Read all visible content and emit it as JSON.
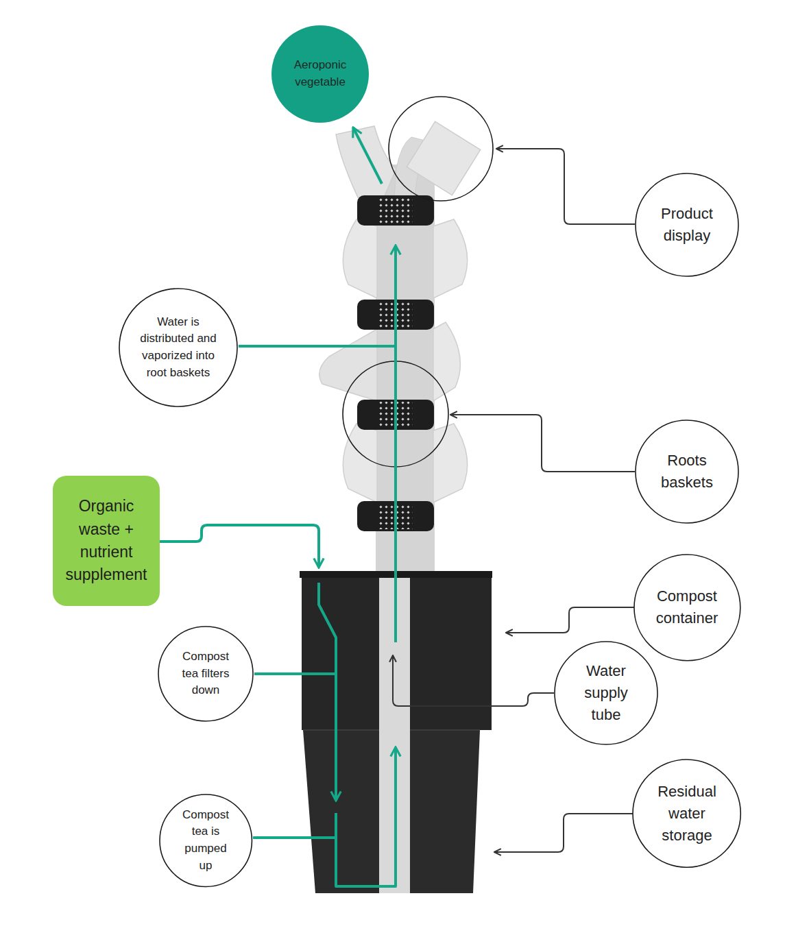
{
  "diagram": {
    "nodes": [
      {
        "text": [
          "Aeroponic vegetable"
        ]
      },
      {
        "text": [
          "Product display"
        ]
      },
      {
        "text": [
          "Water is distributed and vaporized into root baskets"
        ]
      },
      {
        "text": [
          "Roots baskets"
        ]
      },
      {
        "text": [
          "Organic waste + nutrient supplement"
        ]
      },
      {
        "text": [
          "Compost container"
        ]
      },
      {
        "text": [
          "Compost tea filters down"
        ]
      },
      {
        "text": [
          "Water supply tube"
        ]
      },
      {
        "text": [
          "Compost tea is pumped up"
        ]
      },
      {
        "text": [
          "Residual water storage"
        ]
      }
    ]
  }
}
